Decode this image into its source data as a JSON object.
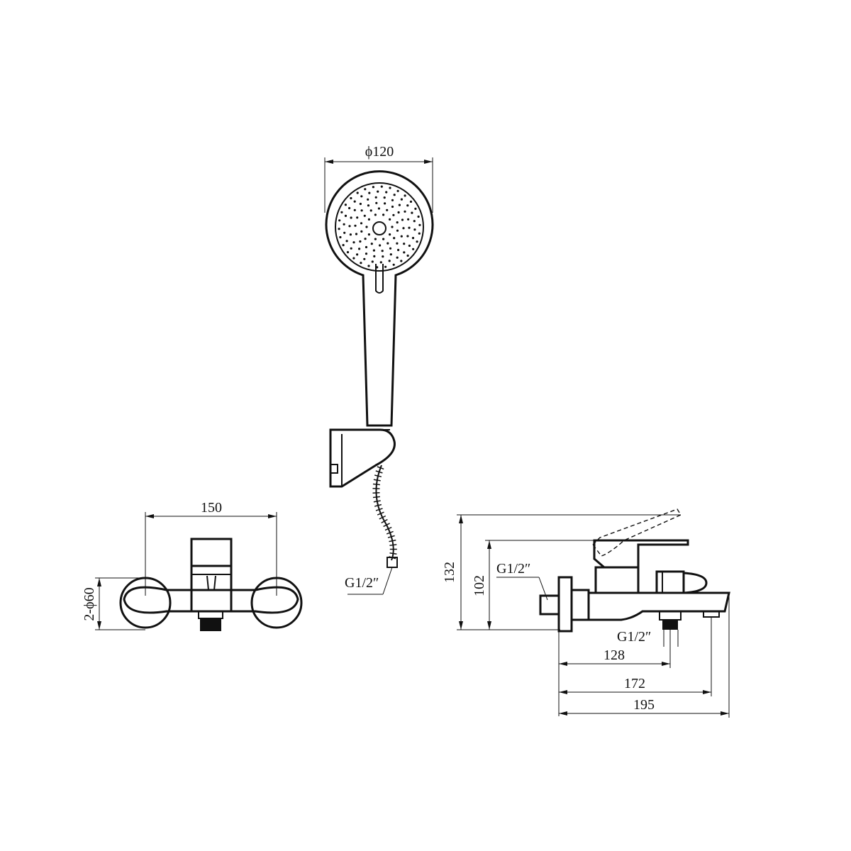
{
  "handshower": {
    "diameter_label": "ϕ120",
    "hose_thread_label": "G1/2″"
  },
  "front_view": {
    "width_label": "150",
    "flange_label": "2-ϕ60"
  },
  "side_view": {
    "height_total_label": "132",
    "height_body_label": "102",
    "inlet_thread_label": "G1/2″",
    "outlet_thread_label": "G1/2″",
    "depth_outlet_label": "128",
    "depth_spout_label": "172",
    "depth_total_label": "195"
  },
  "colors": {
    "line": "#111111",
    "background": "#ffffff"
  }
}
